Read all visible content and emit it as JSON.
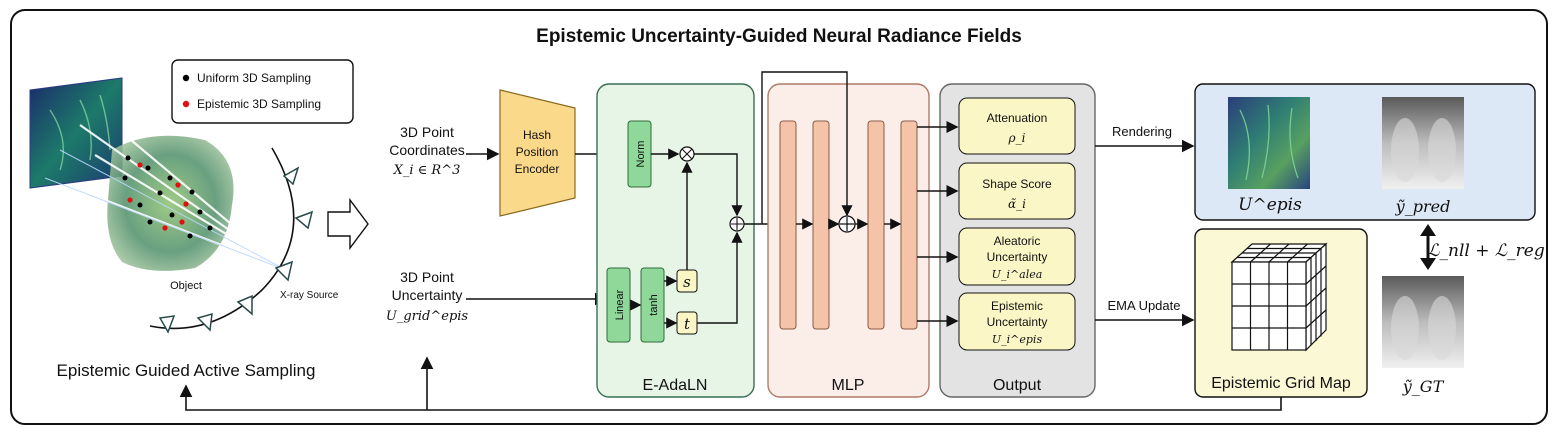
{
  "title": "Epistemic Uncertainty-Guided Neural Radiance Fields",
  "legend": {
    "uniform": "Uniform 3D Sampling",
    "epistemic": "Epistemic 3D Sampling",
    "uniform_color": "#000000",
    "epistemic_color": "#e01010"
  },
  "left": {
    "object_label": "Object",
    "source_label": "X-ray Source",
    "caption": "Epistemic Guided Active Sampling"
  },
  "inputs": {
    "coords_line1": "3D Point",
    "coords_line2": "Coordinates",
    "coords_math": "X_i ∈ R^3",
    "unc_line1": "3D Point",
    "unc_line2": "Uncertainty",
    "unc_math": "U_grid^epis"
  },
  "encoder": {
    "line1": "Hash",
    "line2": "Position",
    "line3": "Encoder"
  },
  "eadaln": {
    "label": "E-AdaLN",
    "norm": "Norm",
    "linear": "Linear",
    "tanh": "tanh",
    "s": "s",
    "t": "t"
  },
  "mlp": {
    "label": "MLP"
  },
  "output": {
    "label": "Output",
    "items": [
      {
        "line1": "Attenuation",
        "math": "ρ_i"
      },
      {
        "line1": "Shape Score",
        "math": "α̃_i"
      },
      {
        "line1": "Aleatoric",
        "line2": "Uncertainty",
        "math": "U_i^alea"
      },
      {
        "line1": "Epistemic",
        "line2": "Uncertainty",
        "math": "U_i^epis"
      }
    ]
  },
  "arrows": {
    "rendering": "Rendering",
    "ema": "EMA Update"
  },
  "render_box": {
    "u_label": "U^epis",
    "y_label": "ỹ_pred"
  },
  "grid_map": {
    "label": "Epistemic Grid Map"
  },
  "loss": {
    "text": "ℒ_nll + ℒ_reg"
  },
  "gt": {
    "label": "ỹ_GT"
  },
  "colors": {
    "eadaln_bg": "#e6f5e6",
    "eadaln_border": "#3a6e55",
    "norm_fill": "#8fd89a",
    "mlp_bg": "#fbeee8",
    "mlp_bar": "#f5c4a8",
    "output_bg": "#e3e3e3",
    "output_item": "#fbf6c6",
    "encoder": "#fbd98a",
    "render_bg": "#dce8f6",
    "grid_bg": "#fbf8d6"
  }
}
